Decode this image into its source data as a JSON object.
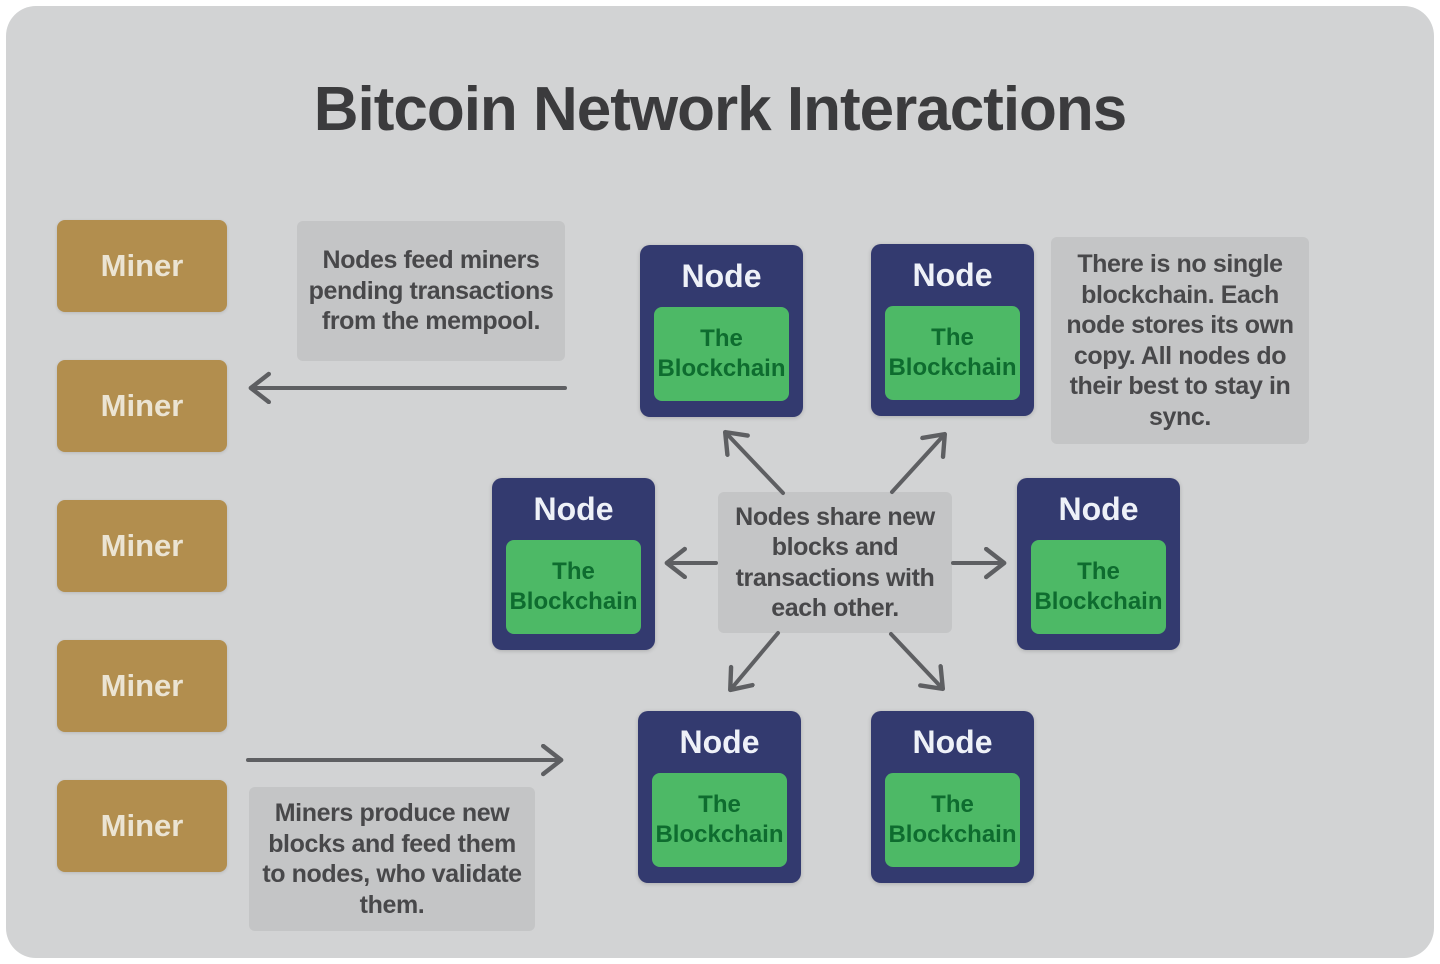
{
  "title": "Bitcoin Network Interactions",
  "miner": {
    "label": "Miner",
    "count": 5
  },
  "node": {
    "label": "Node",
    "blockchain_label": "The Blockchain",
    "count": 6
  },
  "notes": {
    "mempool": "Nodes feed miners pending transactions from the mempool.",
    "sync": "There is no single blockchain. Each node stores its own copy. All nodes do their best to stay in sync.",
    "share": "Nodes share new blocks and transactions with each other.",
    "produce": "Miners produce new blocks and feed them to nodes, who validate them."
  },
  "colors": {
    "slide_bg": "#d2d3d4",
    "note_bg": "#c4c5c6",
    "note_text": "#48484a",
    "title_text": "#3b3b3d",
    "miner_bg": "#b28e4e",
    "miner_text": "#ebe4d3",
    "node_bg": "#333a6f",
    "node_text": "#eef1f8",
    "blockchain_bg": "#4db966",
    "blockchain_text": "#0e6c2f",
    "arrow": "#5e5f62"
  }
}
